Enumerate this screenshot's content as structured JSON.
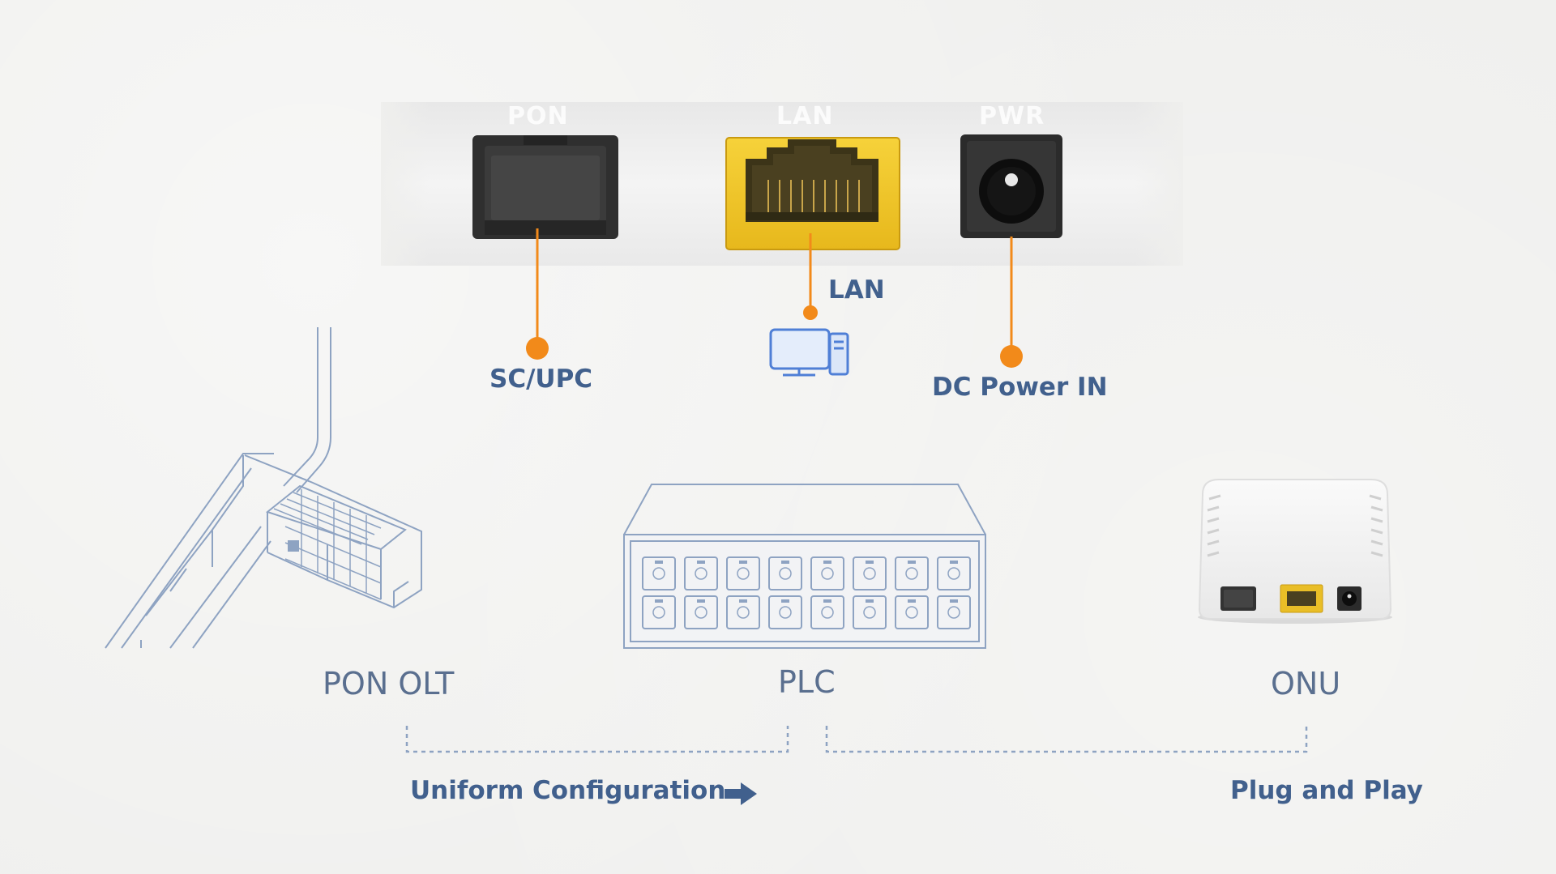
{
  "panel_labels": {
    "pon": "PON",
    "lan": "LAN",
    "pwr": "PWR"
  },
  "callouts": {
    "sc_upc": "SC/UPC",
    "lan": "LAN",
    "dc_power": "DC Power IN"
  },
  "nodes": {
    "olt": "PON OLT",
    "plc": "PLC",
    "onu": "ONU"
  },
  "bottom": {
    "uniform": "Uniform Configuration",
    "plug": "Plug and Play"
  },
  "colors": {
    "accent": "#f28a1a",
    "text": "#41608d",
    "node_text": "#5a6f8f",
    "line_art": "#8ea3c2",
    "lan_port": "#f2c62a"
  },
  "icons": [
    "computer-icon",
    "arrow-right-icon"
  ]
}
